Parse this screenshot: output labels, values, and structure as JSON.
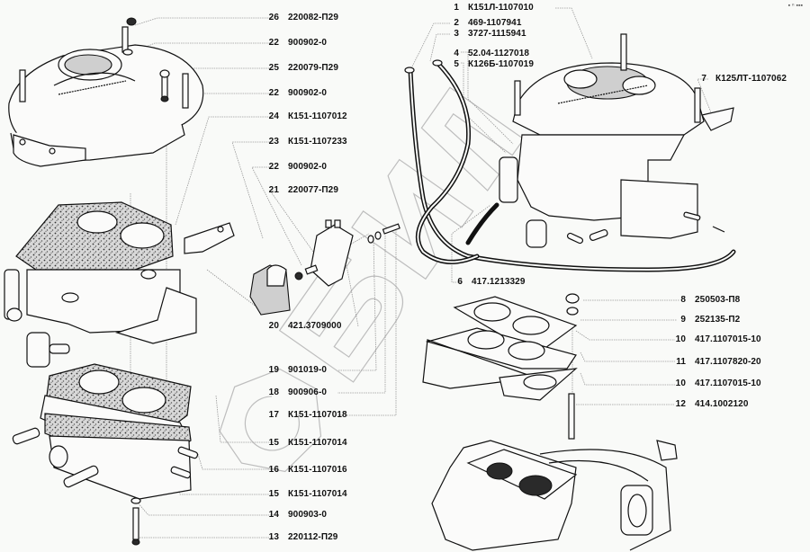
{
  "diagram": {
    "subject": "Carburetor assembly exploded view",
    "watermark_text": "©БИЛ",
    "corner_mark": "▪ ⁿ ▪▪▪",
    "callouts_left_column": [
      {
        "num": "26",
        "part": "220082-П29"
      },
      {
        "num": "22",
        "part": "900902-0"
      },
      {
        "num": "25",
        "part": "220079-П29"
      },
      {
        "num": "22",
        "part": "900902-0"
      },
      {
        "num": "24",
        "part": "К151-1107012"
      },
      {
        "num": "23",
        "part": "К151-1107233"
      },
      {
        "num": "22",
        "part": "900902-0"
      },
      {
        "num": "21",
        "part": "220077-П29"
      },
      {
        "num": "20",
        "part": "421.3709000"
      },
      {
        "num": "19",
        "part": "901019-0"
      },
      {
        "num": "18",
        "part": "900906-0"
      },
      {
        "num": "17",
        "part": "К151-1107018"
      },
      {
        "num": "15",
        "part": "К151-1107014"
      },
      {
        "num": "16",
        "part": "К151-1107016"
      },
      {
        "num": "15",
        "part": "К151-1107014"
      },
      {
        "num": "14",
        "part": "900903-0"
      },
      {
        "num": "13",
        "part": "220112-П29"
      }
    ],
    "callouts_right_top": [
      {
        "num": "1",
        "part": "К151Л-1107010"
      },
      {
        "num": "2",
        "part": "469-1107941"
      },
      {
        "num": "3",
        "part": "3727-1115941"
      },
      {
        "num": "4",
        "part": "52.04-1127018"
      },
      {
        "num": "5",
        "part": "К126Б-1107019"
      },
      {
        "num": "6",
        "part": "417.1213329"
      },
      {
        "num": "7",
        "part": "К125ЛТ-1107062"
      }
    ],
    "callouts_right_column": [
      {
        "num": "8",
        "part": "250503-П8"
      },
      {
        "num": "9",
        "part": "252135-П2"
      },
      {
        "num": "10",
        "part": "417.1107015-10"
      },
      {
        "num": "11",
        "part": "417.1107820-20"
      },
      {
        "num": "10",
        "part": "417.1107015-10"
      },
      {
        "num": "12",
        "part": "414.1002120"
      }
    ]
  }
}
